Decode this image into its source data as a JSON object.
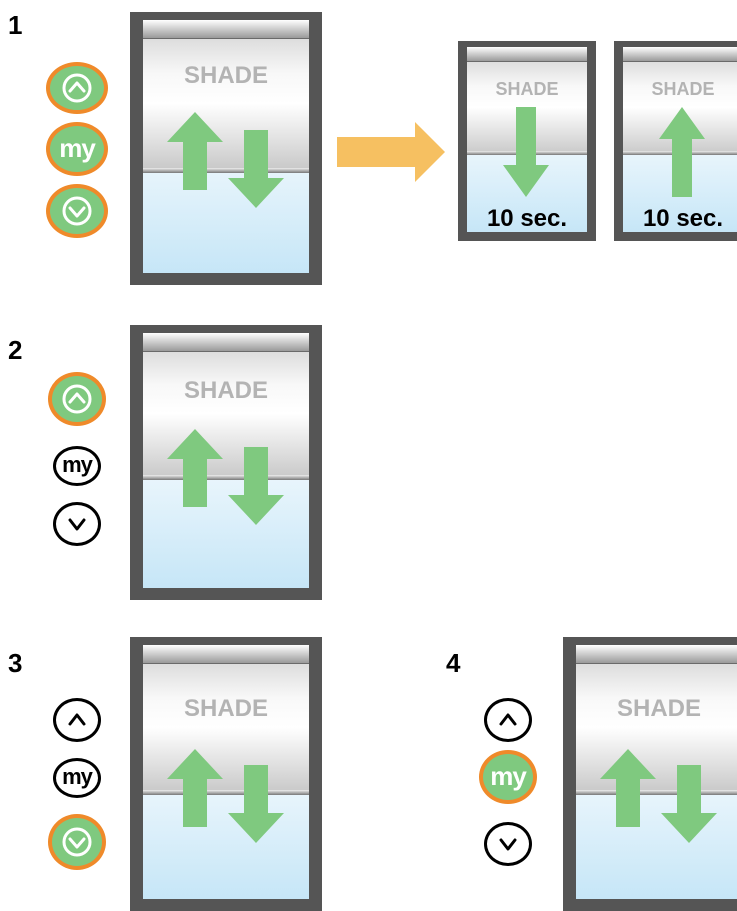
{
  "steps": [
    {
      "number": "1"
    },
    {
      "number": "2"
    },
    {
      "number": "3"
    },
    {
      "number": "4"
    }
  ],
  "remote": {
    "up_icon": "chevron-up-icon",
    "my_label": "my",
    "down_icon": "chevron-down-icon"
  },
  "shade_label": "SHADE",
  "timer_label": "10 sec.",
  "colors": {
    "active_button_fill": "#7fc97f",
    "active_button_ring": "#ef8a2a",
    "movement_arrow": "#7fc97f",
    "transition_arrow": "#f6c061",
    "frame": "#555555"
  }
}
